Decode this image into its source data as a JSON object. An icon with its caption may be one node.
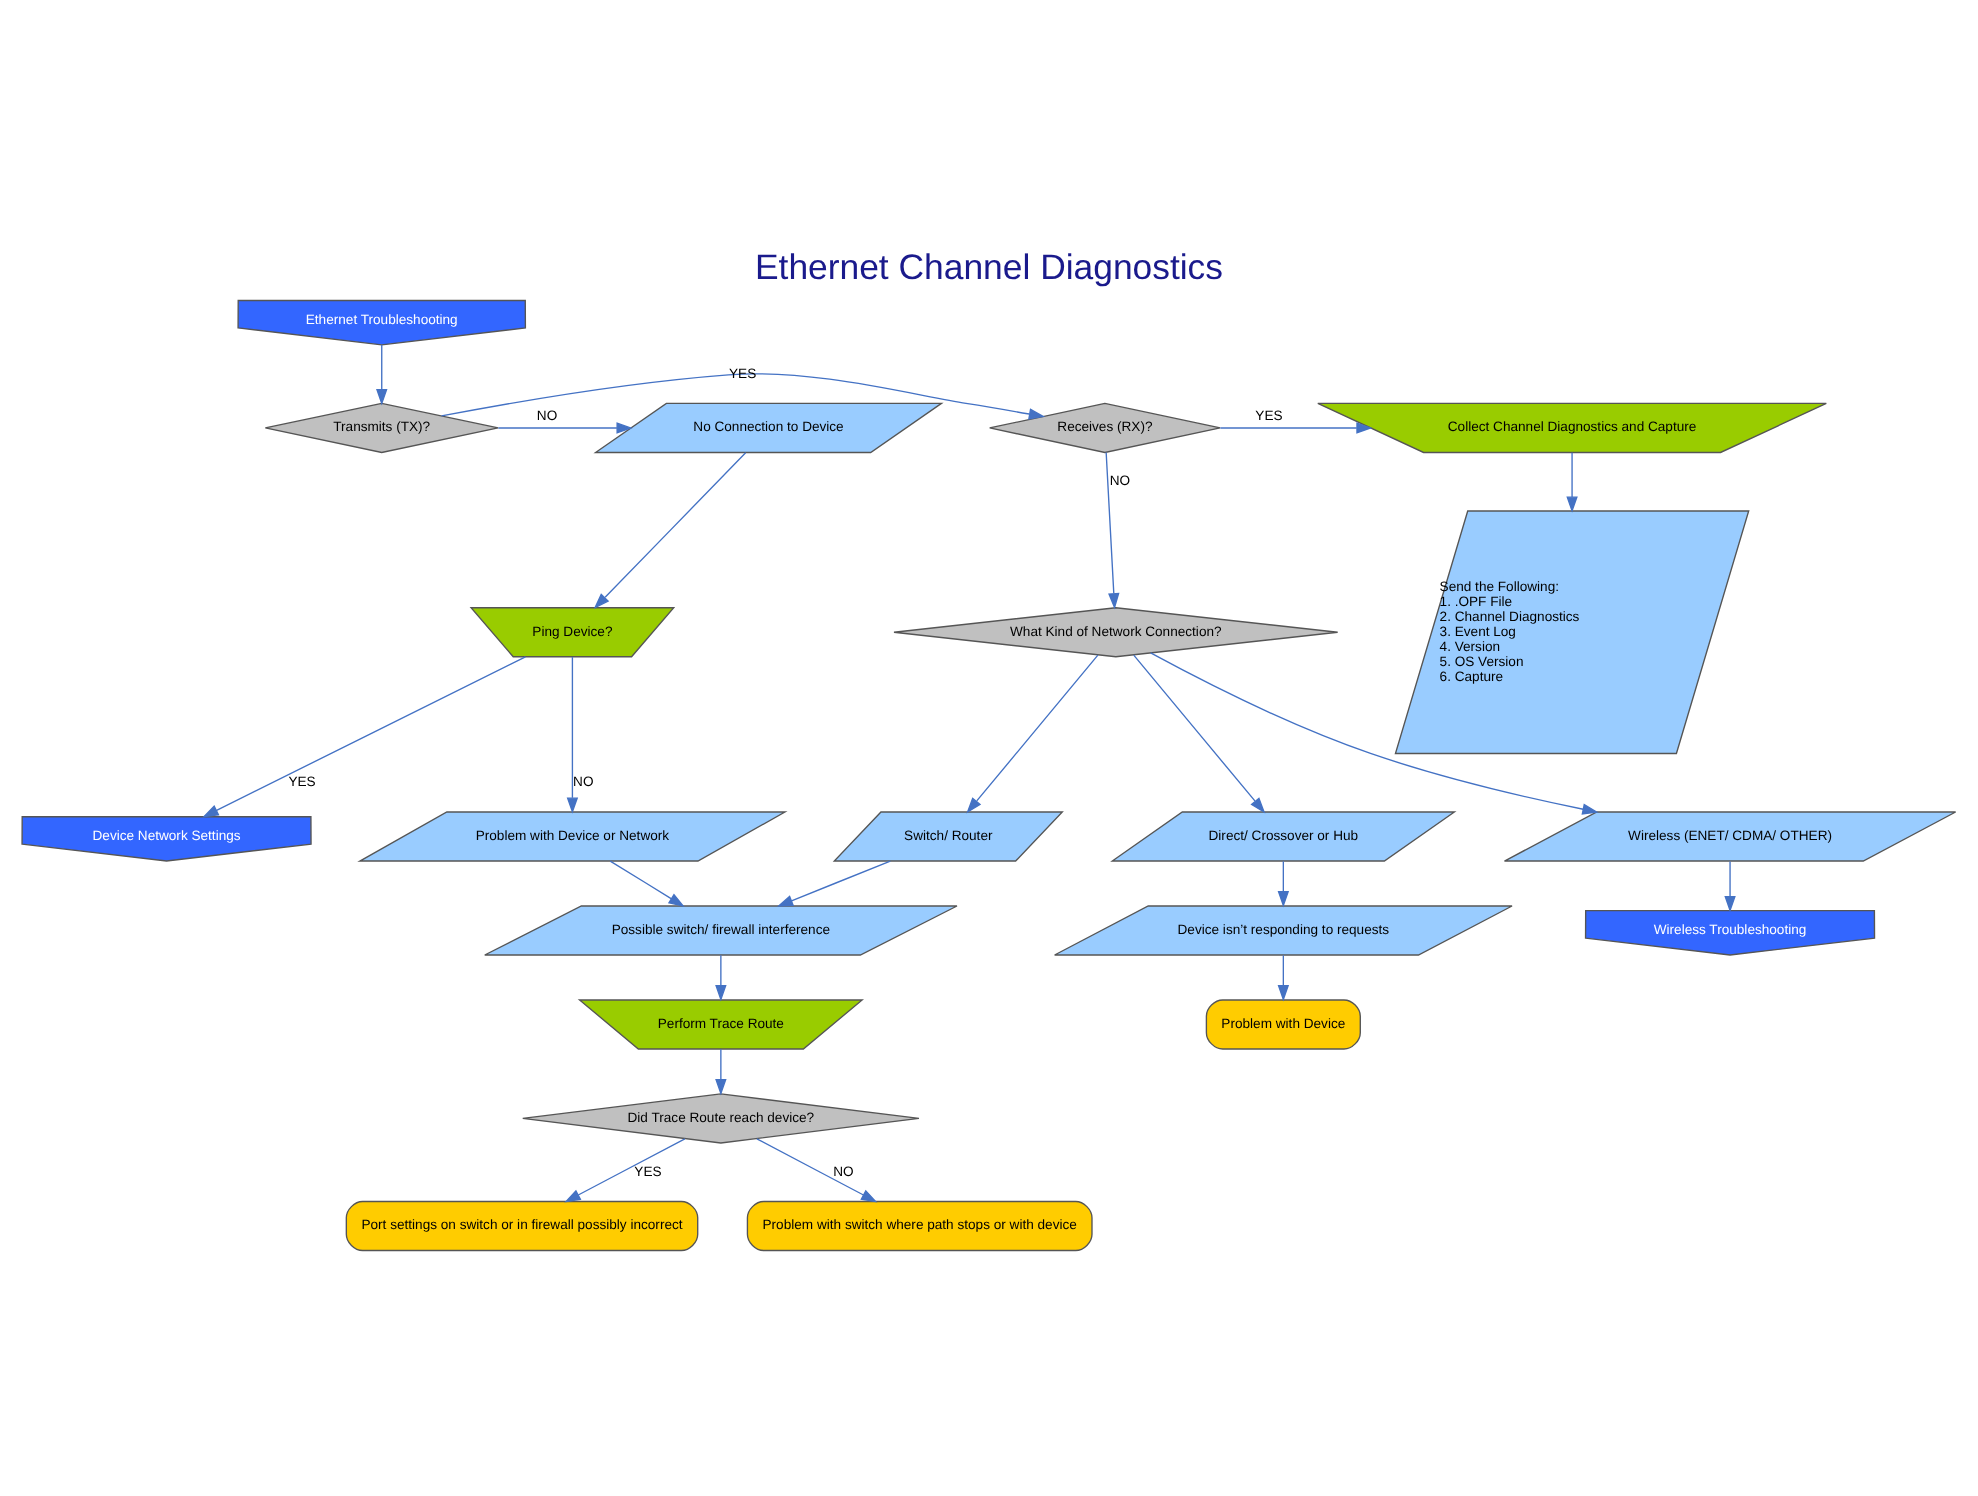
{
  "diagram": {
    "title": "Ethernet Channel Diagnostics",
    "nodes": [
      {
        "text": [
          "Ethernet Troubleshooting"
        ]
      },
      {
        "text": [
          "Transmits (TX)?"
        ]
      },
      {
        "text": [
          "Receives (RX)?"
        ]
      },
      {
        "text": [
          "Collect Channel Diagnostics and Capture"
        ]
      },
      {
        "text": [
          "Send the Following:",
          "1. .OPF File",
          "2. Channel Diagnostics",
          "3. Event Log",
          "4. Version",
          "5. OS Version",
          "6. Capture"
        ]
      },
      {
        "text": [
          "No Connection to Device"
        ]
      },
      {
        "text": [
          "Ping Device?"
        ]
      },
      {
        "text": [
          "Device Network Settings"
        ]
      },
      {
        "text": [
          "Problem with Device or Network"
        ]
      },
      {
        "text": [
          "What Kind of Network Connection?"
        ]
      },
      {
        "text": [
          "Switch/ Router"
        ]
      },
      {
        "text": [
          "Wireless (ENET/ CDMA/ OTHER)"
        ]
      },
      {
        "text": [
          "Direct/ Crossover or Hub"
        ]
      },
      {
        "text": [
          "Possible switch/ firewall interference"
        ]
      },
      {
        "text": [
          "Wireless Troubleshooting"
        ]
      },
      {
        "text": [
          "Device isn’t responding to requests"
        ]
      },
      {
        "text": [
          "Perform Trace Route"
        ]
      },
      {
        "text": [
          "Did Trace Route reach device?"
        ]
      },
      {
        "text": [
          "Problem with Device"
        ]
      },
      {
        "text": [
          "Port settings on switch or in firewall possibly incorrect"
        ]
      },
      {
        "text": [
          "Problem with switch where path stops or with device"
        ]
      }
    ],
    "edges": [
      {
        "from": 0,
        "to": 1,
        "arrow": "to"
      },
      {
        "from": 1,
        "to": 5,
        "arrow": "to",
        "label": "NO"
      },
      {
        "from": 1,
        "to": 2,
        "arrow": "to",
        "label": "YES"
      },
      {
        "from": 2,
        "to": 3,
        "arrow": "to",
        "label": "YES"
      },
      {
        "from": 2,
        "to": 9,
        "arrow": "to",
        "label": "NO"
      },
      {
        "from": 3,
        "to": 4,
        "arrow": "to"
      },
      {
        "from": 5,
        "to": 6,
        "arrow": "to"
      },
      {
        "from": 6,
        "to": 7,
        "arrow": "to",
        "label": "YES"
      },
      {
        "from": 6,
        "to": 8,
        "arrow": "to",
        "label": "NO"
      },
      {
        "from": 8,
        "to": 13,
        "arrow": "to"
      },
      {
        "from": 9,
        "to": 10,
        "arrow": "to"
      },
      {
        "from": 9,
        "to": 11,
        "arrow": "to"
      },
      {
        "from": 9,
        "to": 12,
        "arrow": "to"
      },
      {
        "from": 10,
        "to": 13,
        "arrow": "to"
      },
      {
        "from": 11,
        "to": 14,
        "arrow": "to"
      },
      {
        "from": 12,
        "to": 15,
        "arrow": "to"
      },
      {
        "from": 15,
        "to": 18,
        "arrow": "to"
      },
      {
        "from": 13,
        "to": 16,
        "arrow": "to"
      },
      {
        "from": 16,
        "to": 17,
        "arrow": "to"
      },
      {
        "from": 17,
        "to": 19,
        "arrow": "to",
        "label": "YES"
      },
      {
        "from": 17,
        "to": 20,
        "arrow": "to",
        "label": "NO"
      }
    ]
  }
}
